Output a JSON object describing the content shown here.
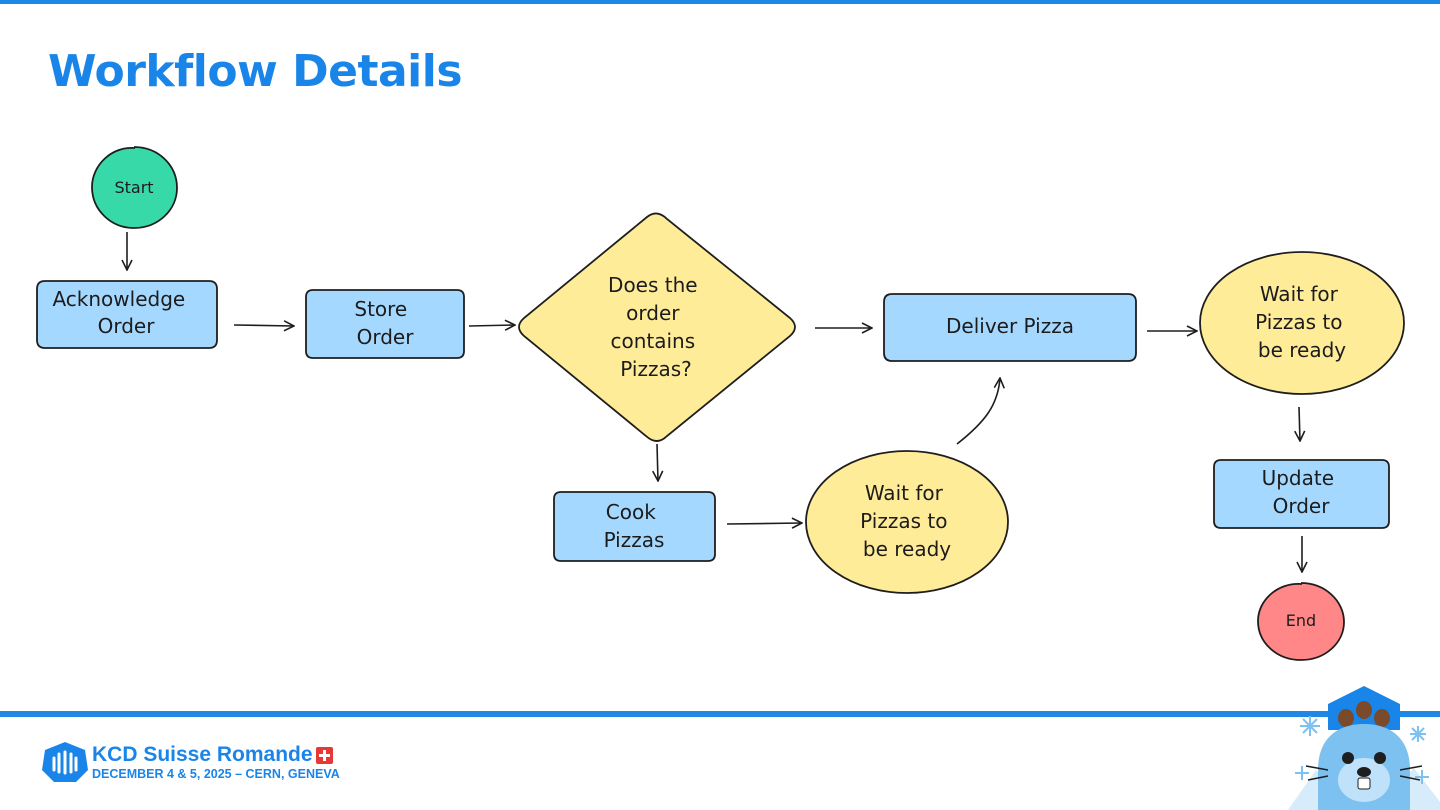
{
  "slide": {
    "title": "Workflow Details"
  },
  "diagram": {
    "start": "Start",
    "acknowledge": [
      "Acknowledge",
      "Order"
    ],
    "store": [
      "Store",
      "Order"
    ],
    "decision": [
      "Does the",
      "order",
      "contains",
      "Pizzas?"
    ],
    "cook": [
      "Cook",
      "Pizzas"
    ],
    "wait_cook": [
      "Wait for",
      "Pizzas to",
      "be ready"
    ],
    "deliver": "Deliver Pizza",
    "wait_deliver": [
      "Wait for",
      "Pizzas to",
      "be ready"
    ],
    "update": [
      "Update",
      "Order"
    ],
    "end": "End"
  },
  "colors": {
    "accent": "#1a85e8",
    "task_fill": "#a5d8ff",
    "decision_fill": "#ffec99",
    "start_fill": "#38d9a9",
    "end_fill": "#ff8787",
    "stroke": "#1e1e1e"
  },
  "footer": {
    "brand": "KCD Suisse Romande",
    "event": "DECEMBER 4 & 5, 2025 – CERN, GENEVA"
  },
  "icons": [
    "kcd-logo-icon",
    "swiss-flag-icon",
    "beaver-mascot-icon",
    "snowflake-icon"
  ]
}
